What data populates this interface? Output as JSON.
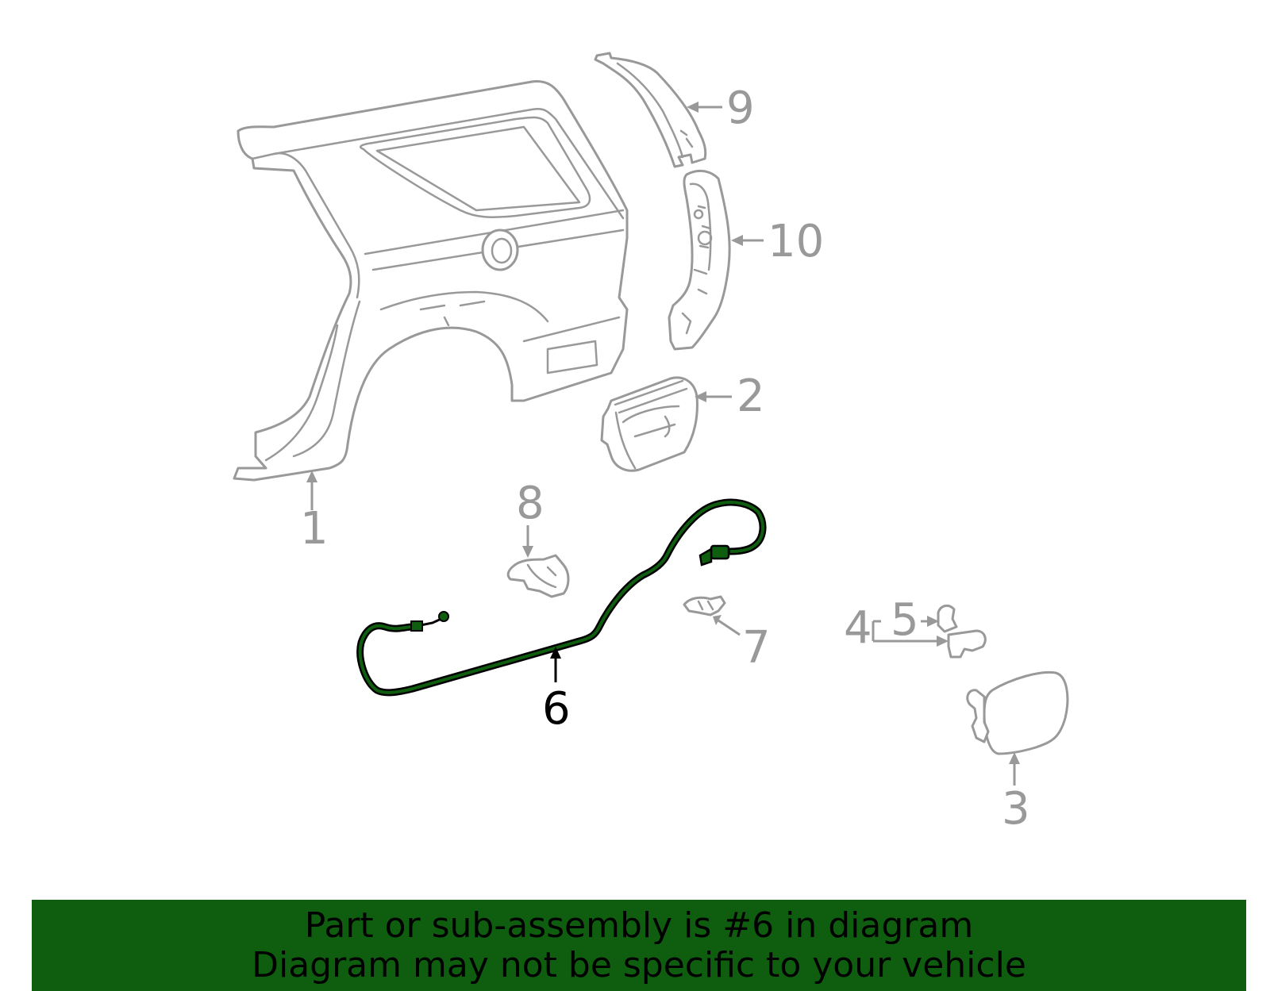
{
  "diagram": {
    "callouts": [
      {
        "id": "1",
        "label": "1"
      },
      {
        "id": "2",
        "label": "2"
      },
      {
        "id": "3",
        "label": "3"
      },
      {
        "id": "4",
        "label": "4"
      },
      {
        "id": "5",
        "label": "5"
      },
      {
        "id": "6",
        "label": "6"
      },
      {
        "id": "7",
        "label": "7"
      },
      {
        "id": "8",
        "label": "8"
      },
      {
        "id": "9",
        "label": "9"
      },
      {
        "id": "10",
        "label": "10"
      }
    ],
    "highlighted_part": "6"
  },
  "banner": {
    "line1": "Part or sub-assembly is #6 in diagram",
    "line2": "Diagram may not be specific to your vehicle"
  },
  "colors": {
    "part_outline": "#999999",
    "highlight_cable": "#0f5e0f",
    "banner_background": "#0f5e0f",
    "text_highlight": "#000000"
  }
}
